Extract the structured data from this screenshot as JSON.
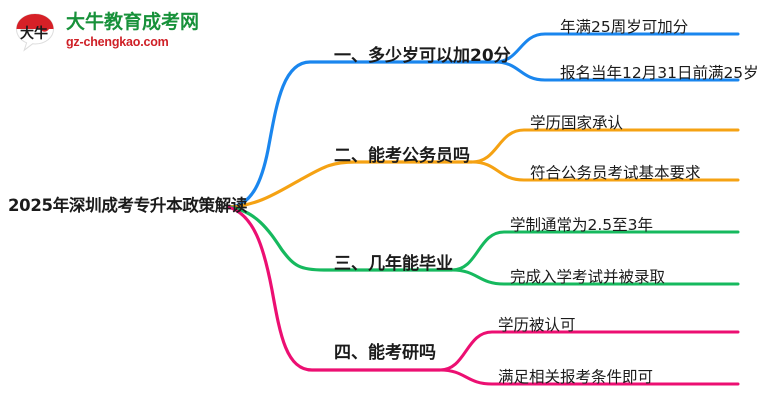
{
  "logo": {
    "icon_name": "daniu-speech-bubble-logo",
    "mark_text": "大牛",
    "cn_name": "大牛教育成考网",
    "domain": "gz-chengkao.com",
    "green": "#17913a",
    "red": "#cf2027"
  },
  "mindmap": {
    "root": {
      "label": "2025年深圳成考专升本政策解读"
    },
    "branches": [
      {
        "label": "一、多少岁可以加20分",
        "color": "#1a86ee",
        "children": [
          {
            "label": "年满25周岁可加分"
          },
          {
            "label": "报名当年12月31日前满25岁"
          }
        ]
      },
      {
        "label": "二、能考公务员吗",
        "color": "#f5a213",
        "children": [
          {
            "label": "学历国家承认"
          },
          {
            "label": "符合公务员考试基本要求"
          }
        ]
      },
      {
        "label": "三、几年能毕业",
        "color": "#16b95e",
        "children": [
          {
            "label": "学制通常为2.5至3年"
          },
          {
            "label": "完成入学考试并被录取"
          }
        ]
      },
      {
        "label": "四、能考研吗",
        "color": "#ec0f72",
        "children": [
          {
            "label": "学历被认可"
          },
          {
            "label": "满足相关报考条件即可"
          }
        ]
      }
    ]
  }
}
